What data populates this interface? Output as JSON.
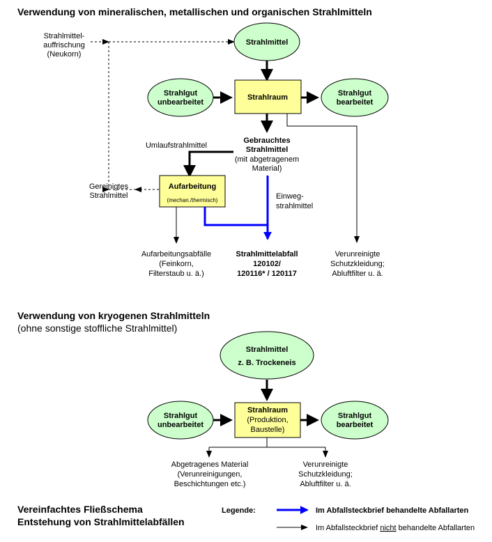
{
  "section1": {
    "title": "Verwendung von mineralischen, metallischen und organischen Strahlmitteln",
    "neukorn": [
      "Strahlmittel-",
      "auffrischung",
      "(Neukorn)"
    ],
    "strahlmittel": "Strahlmittel",
    "strahlgut_unbearbeitet": [
      "Strahlgut",
      "unbearbeitet"
    ],
    "strahlraum": "Strahlraum",
    "strahlgut_bearbeitet": [
      "Strahlgut",
      "bearbeitet"
    ],
    "gebraucht": [
      "Gebrauchtes",
      "Strahlmittel"
    ],
    "gebraucht_sub": [
      "(mit abgetragenem",
      "Material)"
    ],
    "umlauf": "Umlaufstrahlmittel",
    "gereinigt": [
      "Gereinigtes",
      "Strahlmittel"
    ],
    "aufarbeitung": "Aufarbeitung",
    "aufarbeitung_sub": "(mechan./thermisch)",
    "einweg": [
      "Einweg-",
      "strahlmittel"
    ],
    "aufarbeitungsabfaelle": [
      "Aufarbeitungsabfälle",
      "(Feinkorn,",
      "Filterstaub u. ä.)"
    ],
    "abfall": [
      "Strahlmittelabfall",
      "120102/",
      "120116* / 120117"
    ],
    "verunreinigt": [
      "Verunreinigte",
      "Schutzkleidung;",
      "Abluftfilter u. ä."
    ]
  },
  "section2": {
    "title": "Verwendung von kryogenen Strahlmitteln",
    "subtitle": "(ohne sonstige stoffliche Strahlmittel)",
    "strahlmittel": [
      "Strahlmittel",
      "z. B. Trockeneis"
    ],
    "strahlgut_unbearbeitet": [
      "Strahlgut",
      "unbearbeitet"
    ],
    "strahlraum": "Strahlraum",
    "strahlraum_sub": [
      "(Produktion,",
      "Baustelle)"
    ],
    "strahlgut_bearbeitet": [
      "Strahlgut",
      "bearbeitet"
    ],
    "abgetragen": [
      "Abgetragenes Material",
      "(Verunreinigungen,",
      "Beschichtungen etc.)"
    ],
    "verunreinigt": [
      "Verunreinigte",
      "Schutzkleidung;",
      "Abluftfilter u. ä."
    ]
  },
  "footer": {
    "title": [
      "Vereinfachtes Fließschema",
      "Entstehung von Strahlmittelabfällen"
    ],
    "legend_label": "Legende:",
    "legend_blue": "Im Abfallsteckbrief behandelte Abfallarten",
    "legend_black_pre": "Im Abfallsteckbrief ",
    "legend_black_underline": "nicht",
    "legend_black_post": " behandelte Abfallarten"
  },
  "colors": {
    "ellipse_fill": "#ccffcc",
    "box_fill": "#ffff99",
    "blue_arrow": "#0000ff"
  }
}
